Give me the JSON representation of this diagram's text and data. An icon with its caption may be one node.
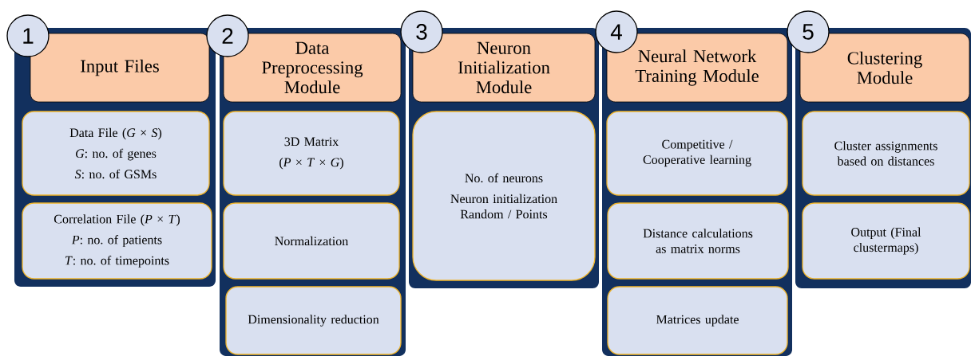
{
  "diagram": {
    "nodes": [
      {
        "text": [],
        "shape": "box"
      },
      {
        "text": [
          "1"
        ]
      },
      {
        "text": [
          "Input Files"
        ],
        "in": 0
      },
      {
        "text": [
          "Data File (*G* × *S*)",
          "*G*: no. of genes",
          "*S*: no. of GSMs"
        ],
        "in": 0
      },
      {
        "text": [
          "Correlation File (*P* × *T*)",
          "*P*: no. of patients",
          "*T*: no. of timepoints"
        ],
        "in": 0
      },
      {
        "text": [],
        "shape": "box"
      },
      {
        "text": [
          "2"
        ]
      },
      {
        "text": [
          "Data Preprocessing Module"
        ],
        "in": 5
      },
      {
        "text": [
          "3D Matrix",
          "(*P* × *T* × *G*)"
        ],
        "in": 5
      },
      {
        "text": [
          "Normalization"
        ],
        "in": 5
      },
      {
        "text": [
          "Dimensionality reduction"
        ],
        "in": 5
      },
      {
        "text": [],
        "shape": "box"
      },
      {
        "text": [
          "3"
        ]
      },
      {
        "text": [
          "Neuron Initialization Module"
        ],
        "in": 11
      },
      {
        "text": [
          "No. of neurons",
          "Neuron initialization Random / Points"
        ],
        "in": 11
      },
      {
        "text": [],
        "shape": "box"
      },
      {
        "text": [
          "4"
        ]
      },
      {
        "text": [
          "Neural Network Training Module"
        ],
        "in": 15
      },
      {
        "text": [
          "Competitive / Cooperative learning"
        ],
        "in": 15
      },
      {
        "text": [
          "Distance calculations as matrix norms"
        ],
        "in": 15
      },
      {
        "text": [
          "Matrices update"
        ],
        "in": 15
      },
      {
        "text": [],
        "shape": "box"
      },
      {
        "text": [
          "5"
        ]
      },
      {
        "text": [
          "Clustering Module"
        ],
        "in": 21
      },
      {
        "text": [
          "Cluster assignments based on distances"
        ],
        "in": 21
      },
      {
        "text": [
          "Output (Final clustermaps)"
        ],
        "in": 21
      }
    ]
  }
}
